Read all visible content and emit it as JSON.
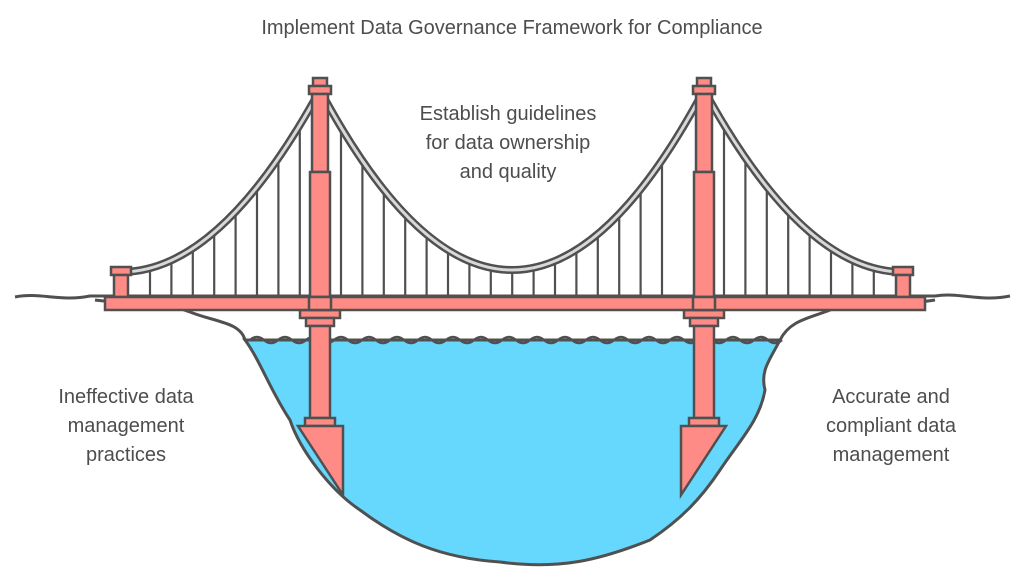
{
  "title": "Implement Data Governance Framework for Compliance",
  "center_label": [
    "Establish guidelines",
    "for data ownership",
    "and quality"
  ],
  "left_label": [
    "Ineffective data",
    "management",
    "practices"
  ],
  "right_label": [
    "Accurate and",
    "compliant data",
    "management"
  ],
  "colors": {
    "pink": "#fe8b86",
    "water": "#66d7fd",
    "stroke": "#505050",
    "cable": "#d8d8d8"
  }
}
